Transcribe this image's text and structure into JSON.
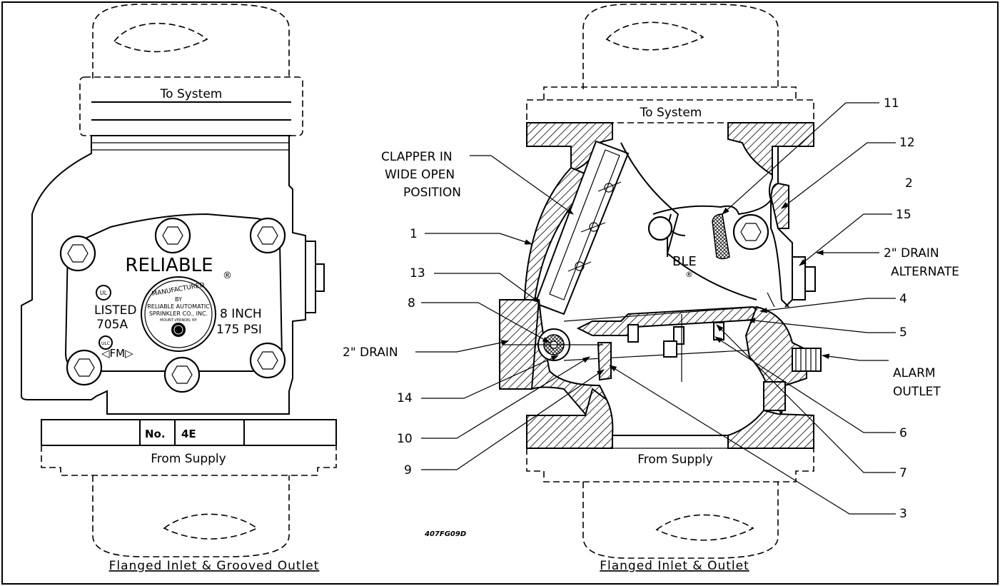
{
  "left_view": {
    "to_system": "To System",
    "from_supply": "From Supply",
    "plate": {
      "brand": "RELIABLE",
      "registered": "®",
      "listed": "LISTED",
      "listing_no": "705A",
      "fm": "◁FM▷",
      "size": "8 INCH",
      "pressure": "175 PSI",
      "seal_line1": "MANUFACTURED",
      "seal_line2": "BY",
      "seal_line3": "RELIABLE AUTOMATIC",
      "seal_line4": "SPRINKLER CO., INC.",
      "seal_line5": "MOUNT VERNON, NY",
      "ul_mark": "UL",
      "ulc_mark": "ULC"
    },
    "flange_no_label": "No.",
    "flange_no_value": "4E",
    "caption": "Flanged Inlet & Grooved Outlet"
  },
  "right_view": {
    "to_system": "To System",
    "from_supply": "From Supply",
    "ble_fragment": "BLE",
    "registered": "®",
    "caption": "Flanged Inlet & Outlet"
  },
  "drawing_code": "407FG09D",
  "callouts": {
    "clapper_line1": "CLAPPER IN",
    "clapper_line2": "WIDE OPEN",
    "clapper_line3": "POSITION",
    "n1": "1",
    "n13": "13",
    "n8": "8",
    "drain": "2\" DRAIN",
    "n14": "14",
    "n10": "10",
    "n9": "9",
    "n11": "11",
    "n12": "12",
    "n2": "2",
    "n15": "15",
    "drain_alt_line1": "2\" DRAIN",
    "drain_alt_line2": "ALTERNATE",
    "n4": "4",
    "n5": "5",
    "alarm_line1": "ALARM",
    "alarm_line2": "OUTLET",
    "n6": "6",
    "n7": "7",
    "n3": "3"
  }
}
